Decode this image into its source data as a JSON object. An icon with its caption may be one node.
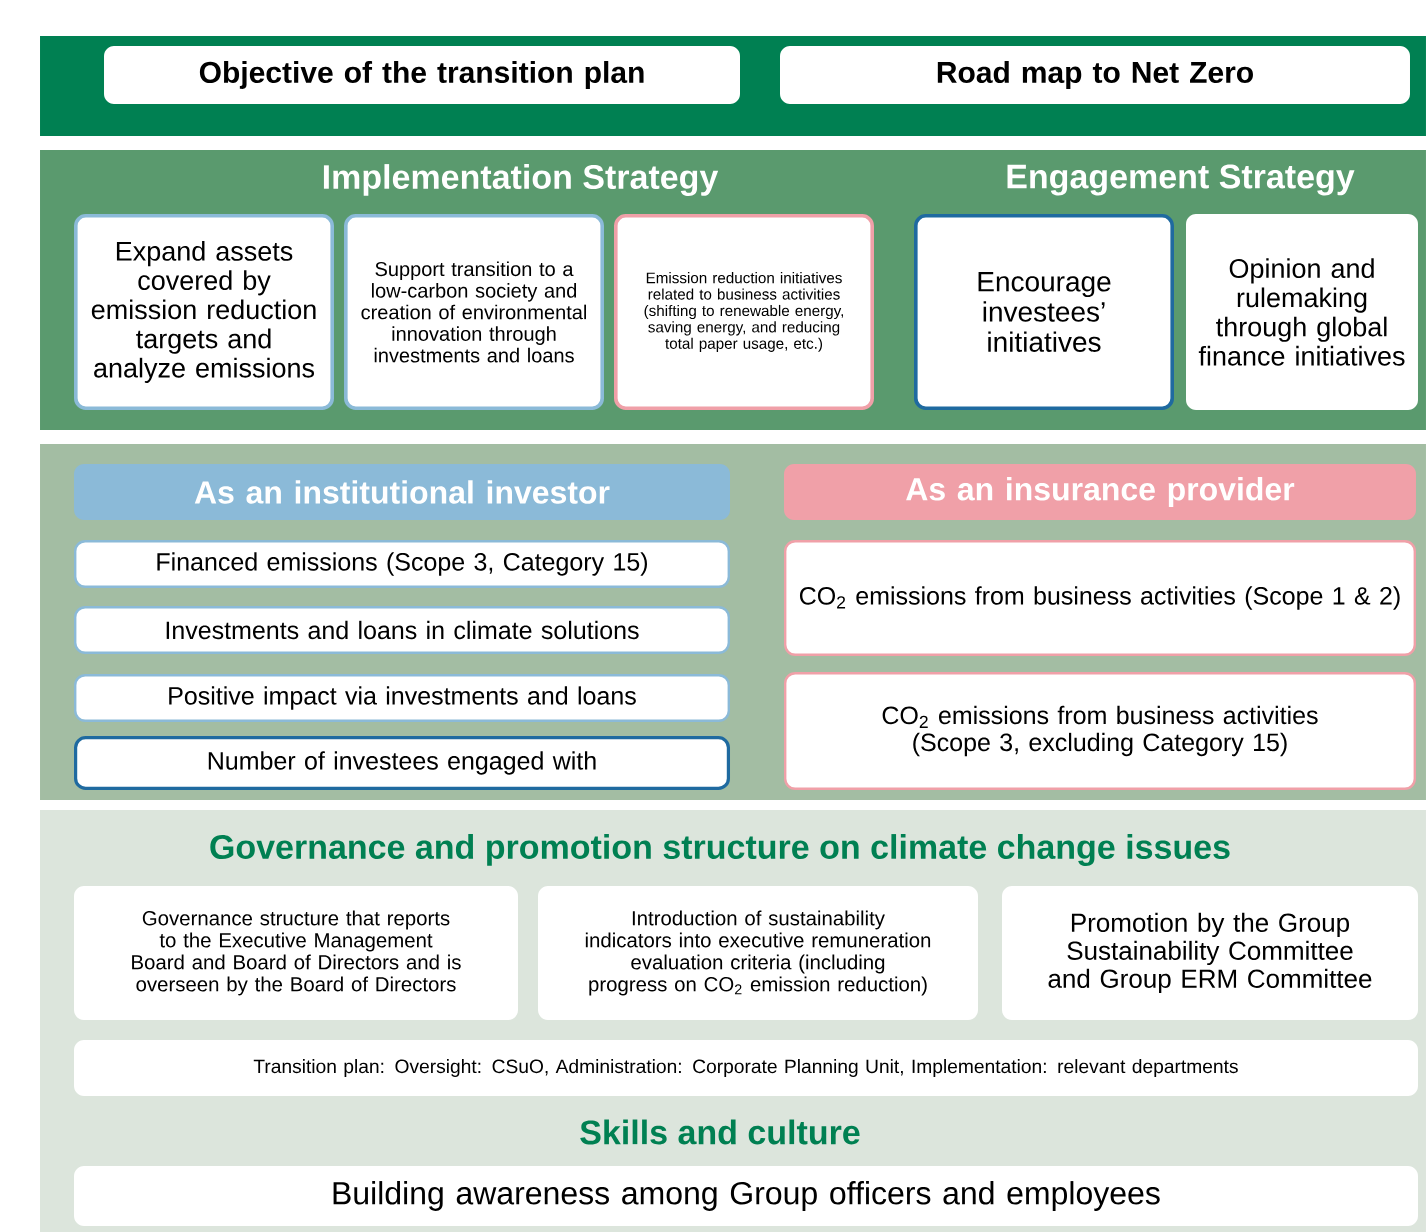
{
  "diagram": {
    "nodes": [
      {
        "text": [
          "Objective of the transition plan"
        ]
      },
      {
        "text": [
          "Road map to Net Zero"
        ]
      },
      {
        "text": [
          "Implementation Strategy",
          "Engagement Strategy"
        ]
      },
      {
        "text": [
          "Expand assets covered by emission reduction targets and analyze emissions"
        ],
        "in": 2
      },
      {
        "text": [
          "Support transition to a low-carbon society and creation of environmental innovation through investments and loans"
        ],
        "in": 2
      },
      {
        "text": [
          "Emission reduction initiatives related to business activities (shifting to renewable energy, saving energy, and reducing total paper usage, etc.)"
        ],
        "in": 2
      },
      {
        "text": [
          "Encourage investees’ initiatives"
        ],
        "in": 2
      },
      {
        "text": [
          "Opinion and rulemaking through global finance initiatives"
        ],
        "in": 2
      },
      {
        "text": [
          "As an institutional investor"
        ]
      },
      {
        "text": [
          "Financed emissions (Scope 3, Category 15)"
        ]
      },
      {
        "text": [
          "Investments and loans in climate solutions"
        ]
      },
      {
        "text": [
          "Positive impact via investments and loans"
        ]
      },
      {
        "text": [
          "Number of investees engaged with"
        ]
      },
      {
        "text": [
          "As an insurance provider"
        ]
      },
      {
        "text": [
          "CO$_{2}$ emissions from business activities (Scope 1 & 2)"
        ]
      },
      {
        "text": [
          "CO$_{2}$ emissions from business activities (Scope 3, excluding Category 15)"
        ]
      },
      {
        "text": [
          "Governance and promotion structure on climate change issues",
          "Skills and culture"
        ]
      },
      {
        "text": [
          "Governance structure that reports to the Executive Management Board and Board of Directors and is overseen by the Board of Directors"
        ],
        "in": 16
      },
      {
        "text": [
          "Introduction of sustainability indicators into executive remuneration evaluation criteria (including progress on CO$_{2}$ emission reduction)"
        ],
        "in": 16
      },
      {
        "text": [
          "Promotion by the Group Sustainability Committee and Group ERM Committee"
        ],
        "in": 16
      },
      {
        "text": [
          "Transition plan: Oversight: CSuO, Administration: Corporate Planning Unit, Implementation: relevant departments"
        ],
        "in": 16
      },
      {
        "text": [
          "Building awareness among Group officers and employees"
        ],
        "in": 16
      }
    ]
  }
}
